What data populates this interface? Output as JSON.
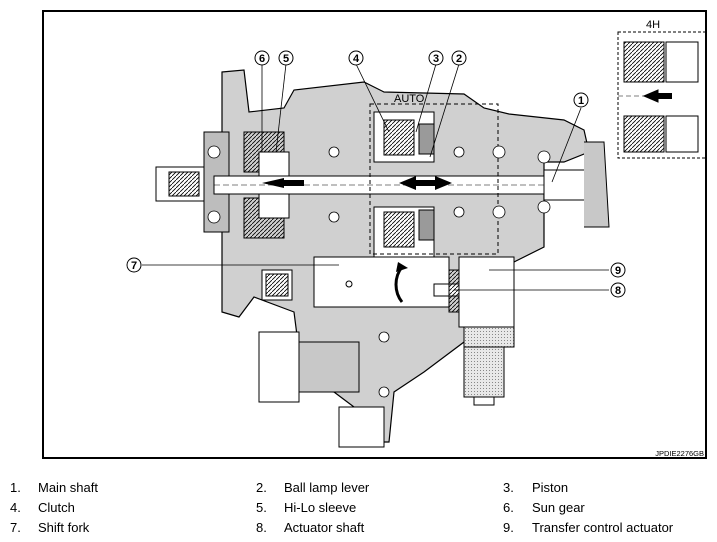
{
  "diagram": {
    "code": "JPDIE2276GB",
    "mode_labels": {
      "auto": "AUTO",
      "four_h": "4H"
    },
    "callouts": [
      "1",
      "2",
      "3",
      "4",
      "5",
      "6",
      "7",
      "8",
      "9"
    ]
  },
  "legend": {
    "rows": [
      [
        {
          "num": "1.",
          "label": "Main shaft"
        },
        {
          "num": "2.",
          "label": "Ball lamp lever"
        },
        {
          "num": "3.",
          "label": "Piston"
        }
      ],
      [
        {
          "num": "4.",
          "label": "Clutch"
        },
        {
          "num": "5.",
          "label": "Hi-Lo sleeve"
        },
        {
          "num": "6.",
          "label": "Sun gear"
        }
      ],
      [
        {
          "num": "7.",
          "label": "Shift fork"
        },
        {
          "num": "8.",
          "label": "Actuator shaft"
        },
        {
          "num": "9.",
          "label": "Transfer control actuator"
        }
      ]
    ]
  }
}
